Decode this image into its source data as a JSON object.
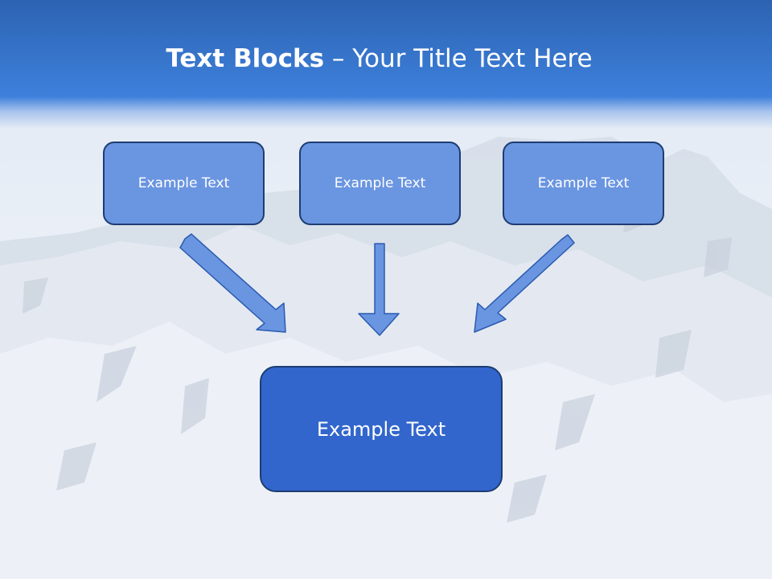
{
  "slide": {
    "title_bold": "Text Blocks",
    "title_dash": " – ",
    "title_rest": "Your Title Text Here"
  },
  "blocks": {
    "top": [
      {
        "text": "Example Text"
      },
      {
        "text": "Example Text"
      },
      {
        "text": "Example Text"
      }
    ],
    "bottom": {
      "text": "Example Text"
    }
  },
  "colors": {
    "header": "#3775cb",
    "small_box": "#6a95e1",
    "big_box": "#3266cc",
    "arrow": "#6a95e1",
    "border": "#1d3d72"
  },
  "background": "snowy mountain range"
}
